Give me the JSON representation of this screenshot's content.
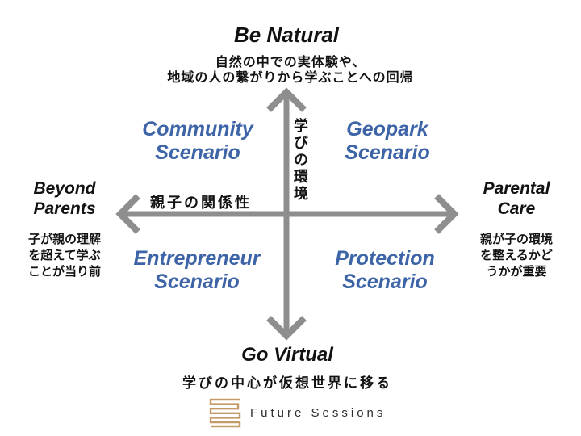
{
  "colors": {
    "quadrant_blue": "#3e64a8",
    "arrow_gray": "#8e8e8e",
    "text_black": "#121212",
    "logo_gold": "#c39a68"
  },
  "axes": {
    "vertical_label": "学びの環境",
    "horizontal_label": "親子の関係性",
    "top": {
      "title": "Be Natural",
      "desc_line1": "自然の中での実体験や、",
      "desc_line2": "地域の人の繋がりから学ぶことへの回帰"
    },
    "bottom": {
      "title": "Go Virtual",
      "desc": "学びの中心が仮想世界に移る"
    },
    "left": {
      "title_line1": "Beyond",
      "title_line2": "Parents",
      "desc_line1": "子が親の理解",
      "desc_line2": "を超えて学ぶ",
      "desc_line3": "ことが当り前"
    },
    "right": {
      "title_line1": "Parental",
      "title_line2": "Care",
      "desc_line1": "親が子の環境",
      "desc_line2": "を整えるかど",
      "desc_line3": "うかが重要"
    }
  },
  "quadrants": {
    "top_left": {
      "line1": "Community",
      "line2": "Scenario"
    },
    "top_right": {
      "line1": "Geopark",
      "line2": "Scenario"
    },
    "bottom_left": {
      "line1": "Entrepreneur",
      "line2": "Scenario"
    },
    "bottom_right": {
      "line1": "Protection",
      "line2": "Scenario"
    }
  },
  "footer": {
    "logo_text": "Future Sessions"
  }
}
